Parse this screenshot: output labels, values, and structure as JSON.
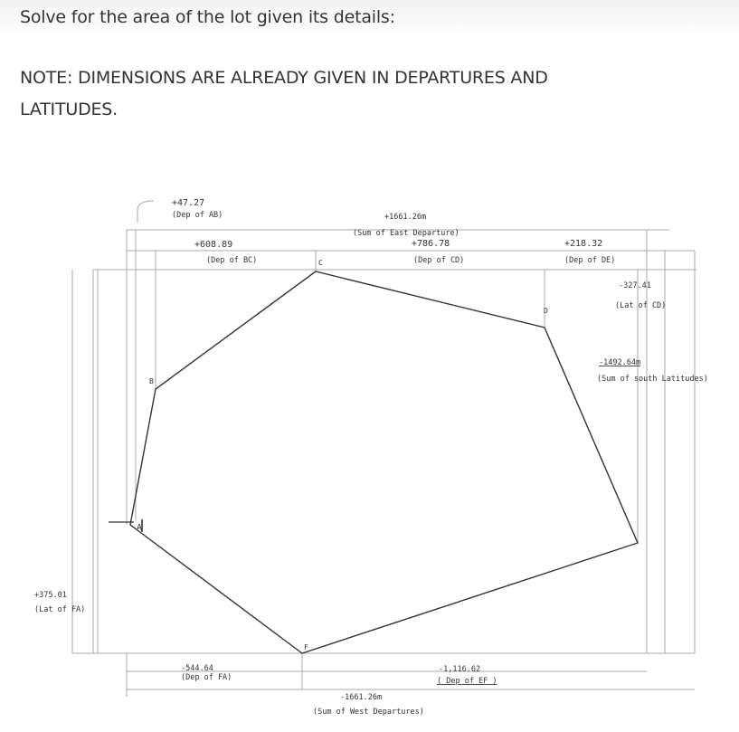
{
  "question": {
    "title": "Solve for the area of the lot given its details:",
    "note_line1": "NOTE: DIMENSIONS ARE ALREADY GIVEN IN DEPARTURES AND",
    "note_line2": "LATITUDES."
  },
  "diagram": {
    "points": {
      "A": "A",
      "B": "B",
      "C": "C",
      "D": "D",
      "F": "F"
    },
    "annotations": {
      "dep_ab_value": "+47.27",
      "dep_ab_label": "(Dep of AB)",
      "dep_bc_value": "+608.89",
      "dep_bc_label": "(Dep of BC)",
      "east_sum_value": "+1661.26m",
      "east_sum_label": "(Sum of East Departure)",
      "dep_cd_value": "+786.78",
      "dep_cd_label": "(Dep of CD)",
      "dep_de_value": "+218.32",
      "dep_de_label": "(Dep of DE)",
      "lat_cd_value": "-327.41",
      "lat_cd_label": "(Lat of CD)",
      "south_sum_value": "-1492.64m",
      "south_sum_label": "(Sum of south Latitudes)",
      "lat_fa_value": "+375.01",
      "lat_fa_label": "(Lat of FA)",
      "dep_fa_value": "-544.64",
      "dep_fa_label": "(Dep of FA)",
      "dep_ef_value": "-1,116.62",
      "dep_ef_label": "( Dep of EF )",
      "west_sum_value": "-1661.26m",
      "west_sum_label": "(Sum of West Departures)"
    }
  }
}
